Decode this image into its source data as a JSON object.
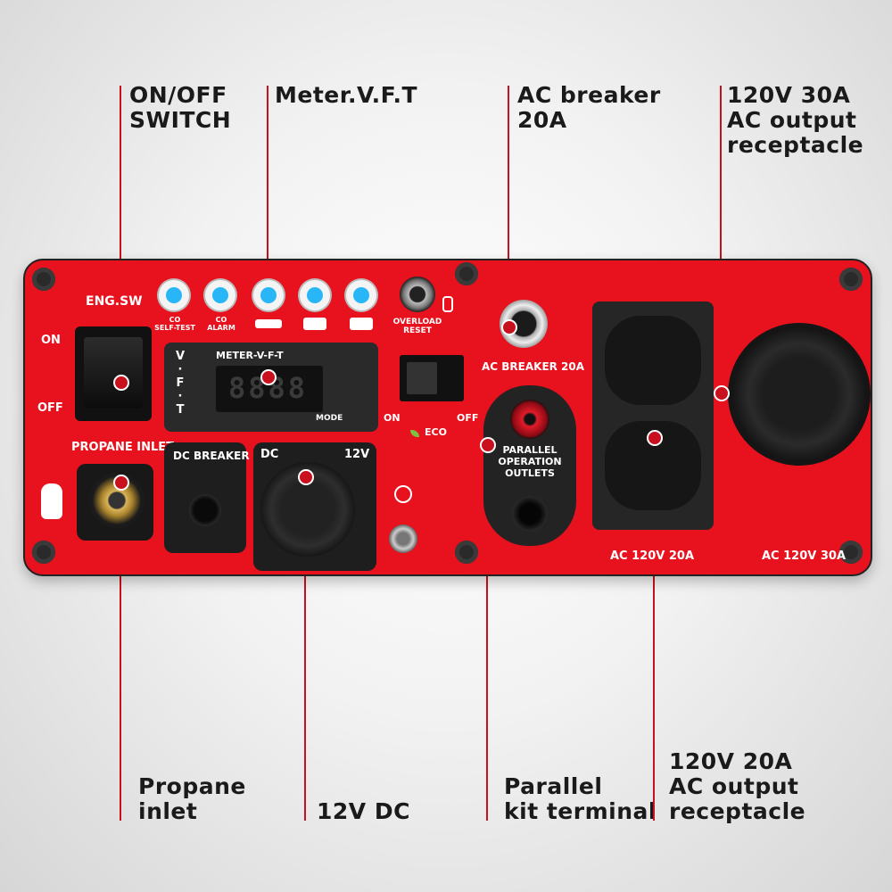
{
  "callouts": {
    "on_off_switch": "ON/OFF\nSWITCH",
    "meter": "Meter.V.F.T",
    "ac_breaker": "AC breaker\n20A",
    "ac_30a": "120V 30A\nAC output\nreceptacle",
    "propane": "Propane\ninlet",
    "dc_12v": "12V DC",
    "parallel": "Parallel\nkit terminal",
    "ac_20a": "120V 20A\nAC output\nreceptacle"
  },
  "panel": {
    "eng_sw": "ENG.SW",
    "on": "ON",
    "off": "OFF",
    "propane_inlet": "PROPANE INLET",
    "co_self_test": "CO\nSELF-TEST",
    "co_alarm": "CO\nALARM",
    "overload_reset": "OVERLOAD\nRESET",
    "meter_title": "METER-V-F-T",
    "vft": "V\n·\nF\n·\nT",
    "meter_digits": "8888",
    "mode": "MODE",
    "eco_on": "ON",
    "eco_off": "OFF",
    "eco": "ECO",
    "dc_breaker": "DC BREAKER",
    "dc": "DC",
    "v12": "12V",
    "ac_breaker_20a": "AC BREAKER 20A",
    "parallel_outlets": "PARALLEL\nOPERATION\nOUTLETS",
    "ac_120v_20a": "AC 120V 20A",
    "ac_120v_30a": "AC 120V 30A"
  },
  "colors": {
    "panel_red": "#e8121e",
    "leader_red": "#c8101e",
    "led_blue": "#29b6f6"
  }
}
